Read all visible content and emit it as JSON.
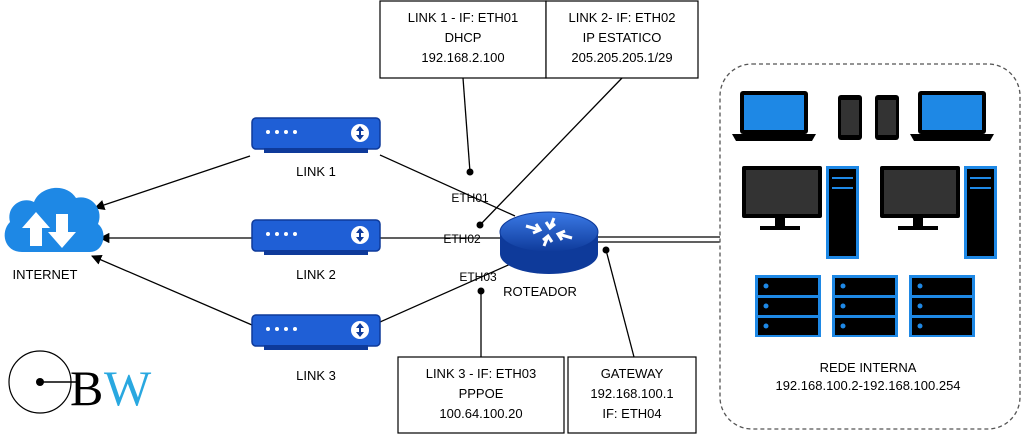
{
  "colors": {
    "device_blue": "#1f5fd6",
    "device_blue_dark": "#0e3a9a",
    "cloud_blue": "#1e88e5",
    "screen_blue": "#1e88e5",
    "logo_blue": "#29a8e0",
    "line": "#000000",
    "dash": "#555555"
  },
  "cloud": {
    "label": "INTERNET",
    "icon": "cloud-upload-download-icon"
  },
  "links": [
    {
      "label": "LINK 1",
      "icon": "modem-icon"
    },
    {
      "label": "LINK 2",
      "icon": "modem-icon"
    },
    {
      "label": "LINK 3",
      "icon": "modem-icon"
    }
  ],
  "router": {
    "label": "ROTEADOR",
    "icon": "router-icon",
    "ports": {
      "eth01": "ETH01",
      "eth02": "ETH02",
      "eth03": "ETH03"
    }
  },
  "info_boxes": {
    "link1": {
      "line1": "LINK 1 - IF: ETH01",
      "line2": "DHCP",
      "line3": "192.168.2.100"
    },
    "link2": {
      "line1": "LINK 2- IF: ETH02",
      "line2": "IP ESTATICO",
      "line3": "205.205.205.1/29"
    },
    "link3": {
      "line1": "LINK 3 - IF: ETH03",
      "line2": "PPPOE",
      "line3": "100.64.100.20"
    },
    "gateway": {
      "line1": "GATEWAY",
      "line2": "192.168.100.1",
      "line3": "IF: ETH04"
    }
  },
  "network": {
    "title": "REDE INTERNA",
    "range": "192.168.100.2-192.168.100.254",
    "devices": [
      "laptop-icon",
      "phone-icon",
      "phone-icon",
      "laptop-icon",
      "desktop-icon",
      "desktop-icon",
      "server-icon",
      "server-icon",
      "server-icon"
    ]
  },
  "logo": {
    "text_b": "B",
    "text_w": "W"
  }
}
